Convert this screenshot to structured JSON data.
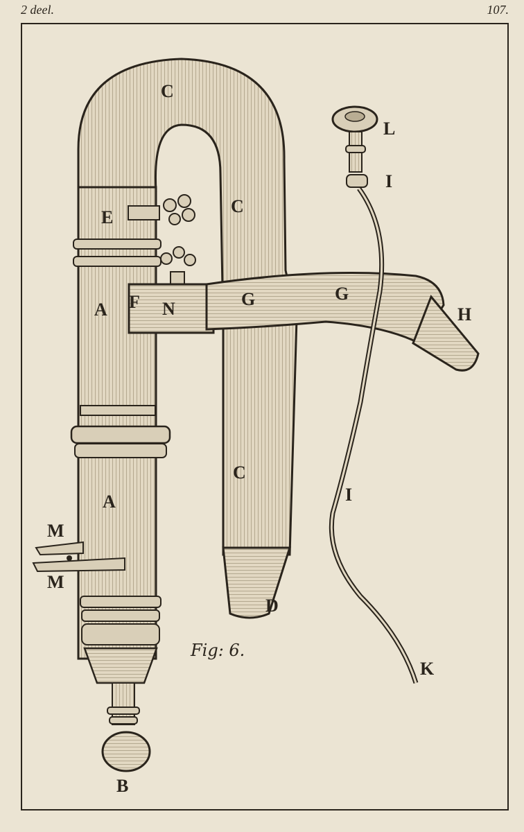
{
  "header": {
    "left_text": "2 deel.",
    "right_text": "107."
  },
  "figure": {
    "caption": "Fig: 6."
  },
  "labels": {
    "c_top": "C",
    "c_right": "C",
    "c_low": "C",
    "e": "E",
    "a_upper": "A",
    "f": "F",
    "n": "N",
    "g_left": "G",
    "g_right": "G",
    "h": "H",
    "l": "L",
    "i_top": "I",
    "i_low": "I",
    "k": "K",
    "a_lower": "A",
    "m_top": "M",
    "m_bottom": "M",
    "d": "D",
    "b": "B"
  },
  "colors": {
    "paper": "#ebe4d3",
    "ink": "#2a241c",
    "tube": "#e2d8c2",
    "shade": "#b9ad93"
  }
}
